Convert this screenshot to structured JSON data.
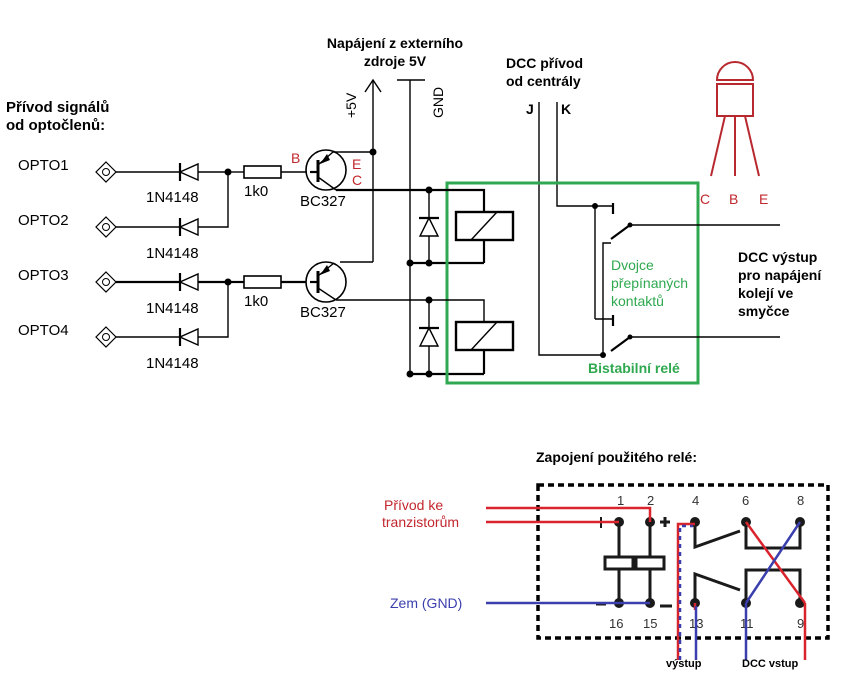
{
  "titles": {
    "inputs": [
      "Přívod signálů",
      "od optočlenů:"
    ],
    "power": [
      "Napájení z externího",
      "zdroje 5V"
    ],
    "dcc_in": [
      "DCC přívod",
      "od centrály"
    ],
    "dcc_out": [
      "DCC výstup",
      "pro napájení",
      "kolejí ve",
      "smyčce"
    ],
    "relay_wiring": "Zapojení použitého relé:"
  },
  "power_labels": {
    "plus": "+5V",
    "gnd": "GND"
  },
  "dcc_terminals": {
    "j": "J",
    "k": "K"
  },
  "inputs": [
    {
      "label": "OPTO1",
      "diode": "1N4148"
    },
    {
      "label": "OPTO2",
      "diode": "1N4148"
    },
    {
      "label": "OPTO3",
      "diode": "1N4148"
    },
    {
      "label": "OPTO4",
      "diode": "1N4148"
    }
  ],
  "resistors": [
    "1k0",
    "1k0"
  ],
  "transistors": [
    {
      "part": "BC327",
      "pins": {
        "b": "B",
        "e": "E",
        "c": "C"
      }
    },
    {
      "part": "BC327"
    }
  ],
  "package_pinout": [
    "C",
    "B",
    "E"
  ],
  "relay_box": {
    "title": "Bistabilní relé",
    "contacts_label": [
      "Dvojce",
      "přepínaných",
      "kontaktů"
    ]
  },
  "relay_wiring": {
    "supply_label": [
      "Přívod ke",
      "tranzistorům"
    ],
    "gnd_label": "Zem (GND)",
    "top_pins": [
      "1",
      "2",
      "4",
      "6",
      "8"
    ],
    "bottom_pins": [
      "16",
      "15",
      "13",
      "11",
      "9"
    ],
    "polarity": {
      "plus": "+",
      "minus": "−"
    },
    "output_label": "výstup",
    "dcc_input_label": "DCC vstup"
  },
  "colors": {
    "relay_box": "#2fa84f",
    "pin_labels": "#c1272d",
    "supply_wire": "#d9232d",
    "gnd_wire": "#3b3fae"
  }
}
